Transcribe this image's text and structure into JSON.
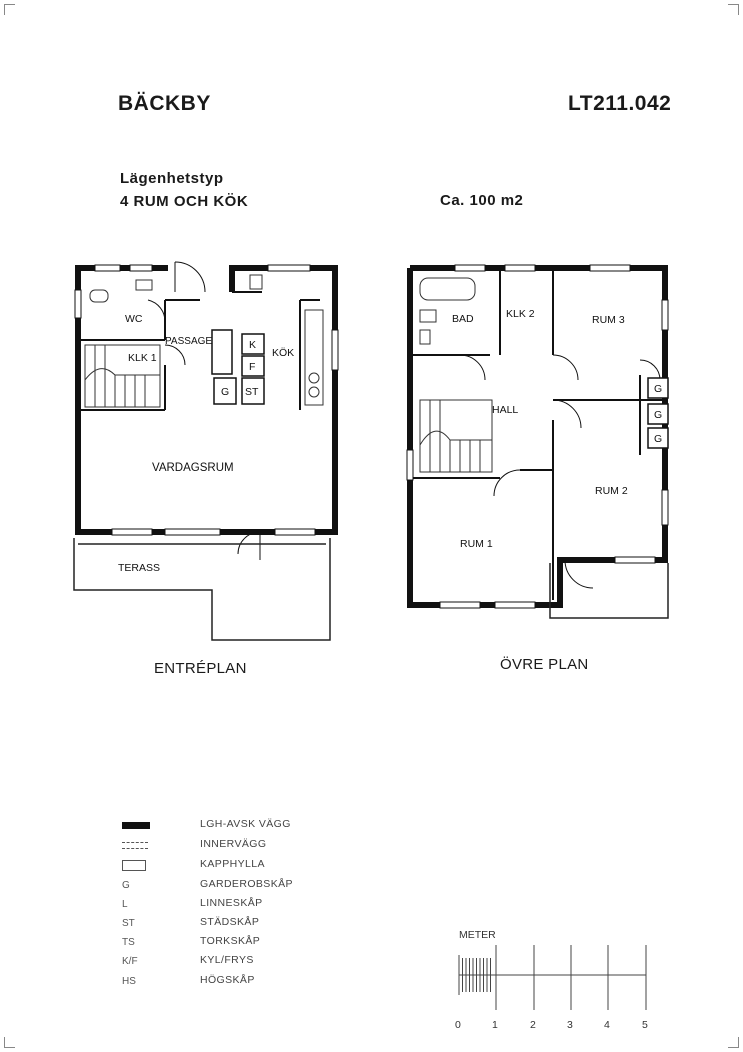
{
  "header": {
    "area_name": "BÄCKBY",
    "drawing_code": "LT211.042",
    "type_label": "Lägenhetstyp",
    "type_value": "4 RUM OCH KÖK",
    "size": "Ca. 100 m2"
  },
  "plans": {
    "entre": {
      "label": "ENTRÉPLAN",
      "rooms": {
        "wc": "WC",
        "passage": "PASSAGE",
        "klk1": "KLK 1",
        "kok": "KÖK",
        "k": "K",
        "f": "F",
        "g": "G",
        "st": "ST",
        "vardagsrum": "VARDAGSRUM",
        "terass": "TERASS"
      }
    },
    "ovre": {
      "label": "ÖVRE PLAN",
      "rooms": {
        "bad": "BAD",
        "klk2": "KLK 2",
        "rum3": "RUM 3",
        "hall": "HALL",
        "g1": "G",
        "g2": "G",
        "g3": "G",
        "rum2": "RUM 2",
        "rum1": "RUM 1"
      }
    }
  },
  "legend": [
    {
      "symbol": "",
      "text": "LGH-AVSK VÄGG"
    },
    {
      "symbol": "",
      "text": "INNERVÄGG"
    },
    {
      "symbol": "",
      "text": "KAPPHYLLA"
    },
    {
      "symbol": "G",
      "text": "GARDEROBSKÅP"
    },
    {
      "symbol": "L",
      "text": "LINNESKÅP"
    },
    {
      "symbol": "ST",
      "text": "STÄDSKÅP"
    },
    {
      "symbol": "TS",
      "text": "TORKSKÅP"
    },
    {
      "symbol": "K/F",
      "text": "KYL/FRYS"
    },
    {
      "symbol": "HS",
      "text": "HÖGSKÅP"
    }
  ],
  "scale": {
    "label": "METER",
    "ticks": [
      "0",
      "1",
      "2",
      "3",
      "4",
      "5"
    ]
  }
}
